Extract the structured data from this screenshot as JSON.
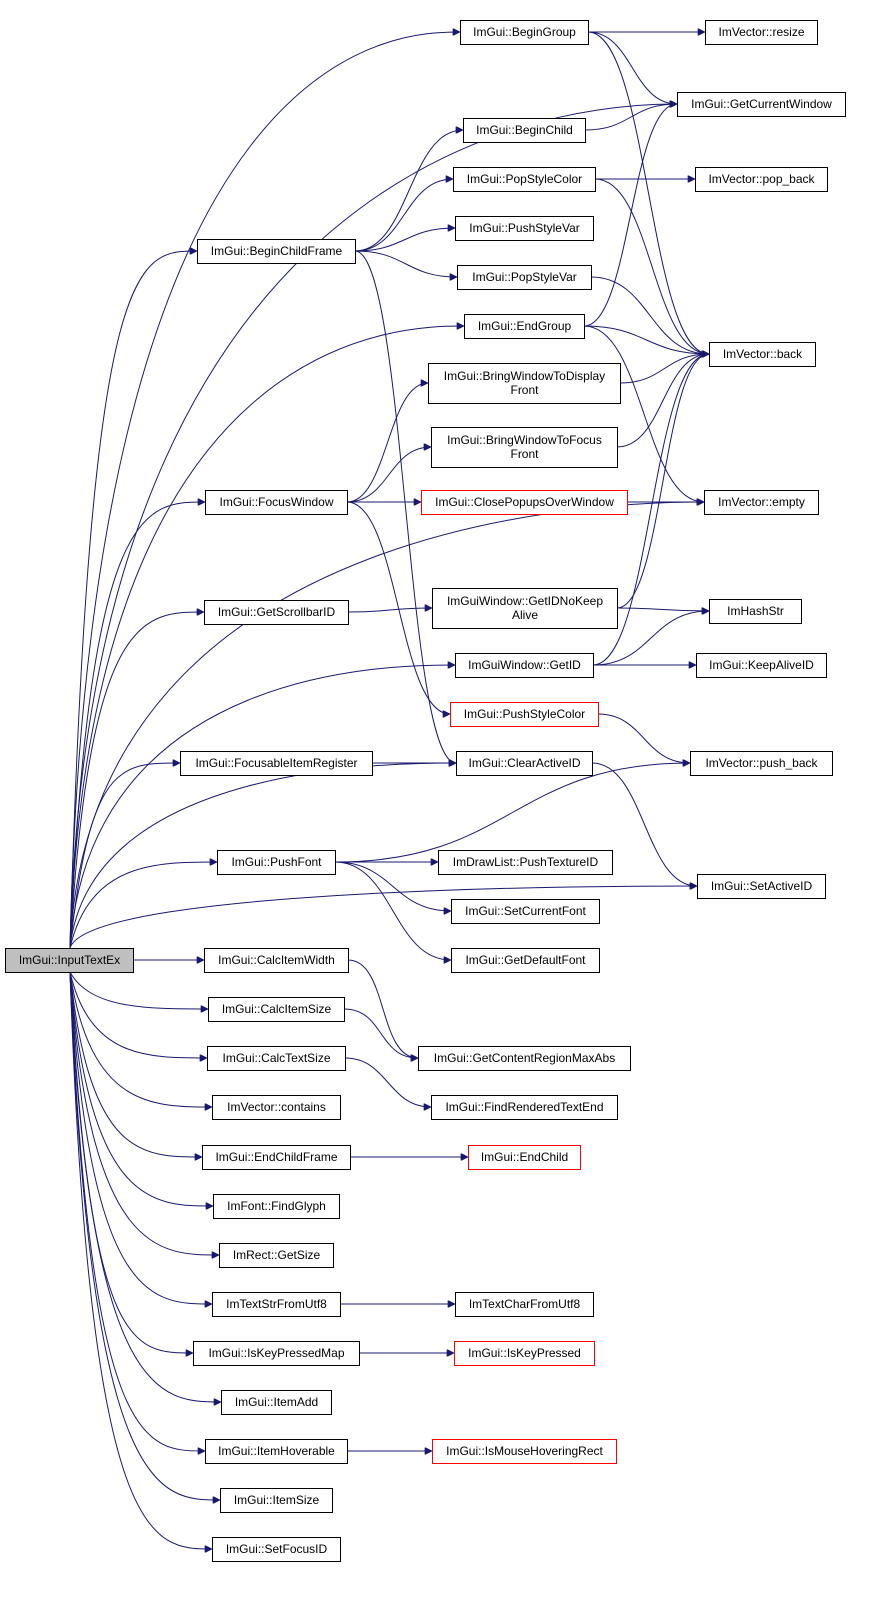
{
  "graph": {
    "colors": {
      "edge": "#191970",
      "node_border": "#000000",
      "node_border_undocumented": "#ff0000",
      "root_fill": "#bfbfbf",
      "node_fill": "#ffffff"
    },
    "nodes": [
      {
        "id": "InputTextEx",
        "lines": [
          "ImGui::InputTextEx"
        ],
        "kind": "root"
      },
      {
        "id": "BeginGroup",
        "lines": [
          "ImGui::BeginGroup"
        ],
        "kind": "normal"
      },
      {
        "id": "ImVectorResize",
        "lines": [
          "ImVector::resize"
        ],
        "kind": "normal"
      },
      {
        "id": "GetCurrentWindow",
        "lines": [
          "ImGui::GetCurrentWindow"
        ],
        "kind": "normal"
      },
      {
        "id": "BeginChild",
        "lines": [
          "ImGui::BeginChild"
        ],
        "kind": "normal"
      },
      {
        "id": "PopStyleColor",
        "lines": [
          "ImGui::PopStyleColor"
        ],
        "kind": "normal"
      },
      {
        "id": "ImVectorPopBack",
        "lines": [
          "ImVector::pop_back"
        ],
        "kind": "normal"
      },
      {
        "id": "PushStyleVar",
        "lines": [
          "ImGui::PushStyleVar"
        ],
        "kind": "normal"
      },
      {
        "id": "BeginChildFrame",
        "lines": [
          "ImGui::BeginChildFrame"
        ],
        "kind": "normal"
      },
      {
        "id": "PopStyleVar",
        "lines": [
          "ImGui::PopStyleVar"
        ],
        "kind": "normal"
      },
      {
        "id": "EndGroup",
        "lines": [
          "ImGui::EndGroup"
        ],
        "kind": "normal"
      },
      {
        "id": "ImVectorBack",
        "lines": [
          "ImVector::back"
        ],
        "kind": "normal"
      },
      {
        "id": "BringWindowToDisplayFront",
        "lines": [
          "ImGui::BringWindowToDisplay",
          "Front"
        ],
        "kind": "normal"
      },
      {
        "id": "BringWindowToFocusFront",
        "lines": [
          "ImGui::BringWindowToFocus",
          "Front"
        ],
        "kind": "normal"
      },
      {
        "id": "FocusWindow",
        "lines": [
          "ImGui::FocusWindow"
        ],
        "kind": "normal"
      },
      {
        "id": "ClosePopupsOverWindow",
        "lines": [
          "ImGui::ClosePopupsOverWindow"
        ],
        "kind": "undocumented"
      },
      {
        "id": "ImVectorEmpty",
        "lines": [
          "ImVector::empty"
        ],
        "kind": "normal"
      },
      {
        "id": "GetScrollbarID",
        "lines": [
          "ImGui::GetScrollbarID"
        ],
        "kind": "normal"
      },
      {
        "id": "GetIDNoKeepAlive",
        "lines": [
          "ImGuiWindow::GetIDNoKeep",
          "Alive"
        ],
        "kind": "normal"
      },
      {
        "id": "ImHashStr",
        "lines": [
          "ImHashStr"
        ],
        "kind": "normal"
      },
      {
        "id": "GetID",
        "lines": [
          "ImGuiWindow::GetID"
        ],
        "kind": "normal"
      },
      {
        "id": "KeepAliveID",
        "lines": [
          "ImGui::KeepAliveID"
        ],
        "kind": "normal"
      },
      {
        "id": "PushStyleColor",
        "lines": [
          "ImGui::PushStyleColor"
        ],
        "kind": "undocumented"
      },
      {
        "id": "FocusableItemRegister",
        "lines": [
          "ImGui::FocusableItemRegister"
        ],
        "kind": "normal"
      },
      {
        "id": "ClearActiveID",
        "lines": [
          "ImGui::ClearActiveID"
        ],
        "kind": "normal"
      },
      {
        "id": "ImVectorPushBack",
        "lines": [
          "ImVector::push_back"
        ],
        "kind": "normal"
      },
      {
        "id": "PushFont",
        "lines": [
          "ImGui::PushFont"
        ],
        "kind": "normal"
      },
      {
        "id": "PushTextureID",
        "lines": [
          "ImDrawList::PushTextureID"
        ],
        "kind": "normal"
      },
      {
        "id": "SetActiveID",
        "lines": [
          "ImGui::SetActiveID"
        ],
        "kind": "normal"
      },
      {
        "id": "SetCurrentFont",
        "lines": [
          "ImGui::SetCurrentFont"
        ],
        "kind": "normal"
      },
      {
        "id": "GetDefaultFont",
        "lines": [
          "ImGui::GetDefaultFont"
        ],
        "kind": "normal"
      },
      {
        "id": "CalcItemWidth",
        "lines": [
          "ImGui::CalcItemWidth"
        ],
        "kind": "normal"
      },
      {
        "id": "CalcItemSize",
        "lines": [
          "ImGui::CalcItemSize"
        ],
        "kind": "normal"
      },
      {
        "id": "GetContentRegionMaxAbs",
        "lines": [
          "ImGui::GetContentRegionMaxAbs"
        ],
        "kind": "normal"
      },
      {
        "id": "CalcTextSize",
        "lines": [
          "ImGui::CalcTextSize"
        ],
        "kind": "normal"
      },
      {
        "id": "FindRenderedTextEnd",
        "lines": [
          "ImGui::FindRenderedTextEnd"
        ],
        "kind": "normal"
      },
      {
        "id": "ImVectorContains",
        "lines": [
          "ImVector::contains"
        ],
        "kind": "normal"
      },
      {
        "id": "EndChildFrame",
        "lines": [
          "ImGui::EndChildFrame"
        ],
        "kind": "normal"
      },
      {
        "id": "EndChild",
        "lines": [
          "ImGui::EndChild"
        ],
        "kind": "undocumented"
      },
      {
        "id": "FindGlyph",
        "lines": [
          "ImFont::FindGlyph"
        ],
        "kind": "normal"
      },
      {
        "id": "ImRectGetSize",
        "lines": [
          "ImRect::GetSize"
        ],
        "kind": "normal"
      },
      {
        "id": "ImTextStrFromUtf8",
        "lines": [
          "ImTextStrFromUtf8"
        ],
        "kind": "normal"
      },
      {
        "id": "ImTextCharFromUtf8",
        "lines": [
          "ImTextCharFromUtf8"
        ],
        "kind": "normal"
      },
      {
        "id": "IsKeyPressedMap",
        "lines": [
          "ImGui::IsKeyPressedMap"
        ],
        "kind": "normal"
      },
      {
        "id": "IsKeyPressed",
        "lines": [
          "ImGui::IsKeyPressed"
        ],
        "kind": "undocumented"
      },
      {
        "id": "ItemAdd",
        "lines": [
          "ImGui::ItemAdd"
        ],
        "kind": "normal"
      },
      {
        "id": "ItemHoverable",
        "lines": [
          "ImGui::ItemHoverable"
        ],
        "kind": "normal"
      },
      {
        "id": "IsMouseHoveringRect",
        "lines": [
          "ImGui::IsMouseHoveringRect"
        ],
        "kind": "undocumented"
      },
      {
        "id": "ItemSize",
        "lines": [
          "ImGui::ItemSize"
        ],
        "kind": "normal"
      },
      {
        "id": "SetFocusID",
        "lines": [
          "ImGui::SetFocusID"
        ],
        "kind": "normal"
      }
    ],
    "edges": [
      [
        "InputTextEx",
        "BeginGroup"
      ],
      [
        "InputTextEx",
        "GetCurrentWindow"
      ],
      [
        "InputTextEx",
        "BeginChildFrame"
      ],
      [
        "InputTextEx",
        "EndGroup"
      ],
      [
        "InputTextEx",
        "FocusWindow"
      ],
      [
        "InputTextEx",
        "ImVectorEmpty"
      ],
      [
        "InputTextEx",
        "GetScrollbarID"
      ],
      [
        "InputTextEx",
        "GetID"
      ],
      [
        "InputTextEx",
        "FocusableItemRegister"
      ],
      [
        "InputTextEx",
        "ClearActiveID"
      ],
      [
        "InputTextEx",
        "PushFont"
      ],
      [
        "InputTextEx",
        "SetActiveID"
      ],
      [
        "InputTextEx",
        "CalcItemWidth"
      ],
      [
        "InputTextEx",
        "CalcItemSize"
      ],
      [
        "InputTextEx",
        "CalcTextSize"
      ],
      [
        "InputTextEx",
        "ImVectorContains"
      ],
      [
        "InputTextEx",
        "EndChildFrame"
      ],
      [
        "InputTextEx",
        "FindGlyph"
      ],
      [
        "InputTextEx",
        "ImRectGetSize"
      ],
      [
        "InputTextEx",
        "ImTextStrFromUtf8"
      ],
      [
        "InputTextEx",
        "IsKeyPressedMap"
      ],
      [
        "InputTextEx",
        "ItemAdd"
      ],
      [
        "InputTextEx",
        "ItemHoverable"
      ],
      [
        "InputTextEx",
        "ItemSize"
      ],
      [
        "InputTextEx",
        "SetFocusID"
      ],
      [
        "BeginGroup",
        "ImVectorResize"
      ],
      [
        "BeginGroup",
        "GetCurrentWindow"
      ],
      [
        "BeginGroup",
        "ImVectorBack"
      ],
      [
        "BeginChild",
        "GetCurrentWindow"
      ],
      [
        "BeginChildFrame",
        "BeginChild"
      ],
      [
        "BeginChildFrame",
        "PopStyleColor"
      ],
      [
        "BeginChildFrame",
        "PushStyleVar"
      ],
      [
        "BeginChildFrame",
        "PopStyleVar"
      ],
      [
        "BeginChildFrame",
        "ClearActiveID"
      ],
      [
        "PopStyleColor",
        "ImVectorPopBack"
      ],
      [
        "PopStyleColor",
        "ImVectorBack"
      ],
      [
        "PopStyleVar",
        "ImVectorBack"
      ],
      [
        "EndGroup",
        "GetCurrentWindow"
      ],
      [
        "EndGroup",
        "ImVectorBack"
      ],
      [
        "EndGroup",
        "ImVectorEmpty"
      ],
      [
        "BringWindowToDisplayFront",
        "ImVectorBack"
      ],
      [
        "BringWindowToFocusFront",
        "ImVectorBack"
      ],
      [
        "FocusWindow",
        "BringWindowToDisplayFront"
      ],
      [
        "FocusWindow",
        "BringWindowToFocusFront"
      ],
      [
        "FocusWindow",
        "ClosePopupsOverWindow"
      ],
      [
        "FocusWindow",
        "PushStyleColor"
      ],
      [
        "ClosePopupsOverWindow",
        "ImVectorEmpty"
      ],
      [
        "GetScrollbarID",
        "GetIDNoKeepAlive"
      ],
      [
        "GetIDNoKeepAlive",
        "ImVectorBack"
      ],
      [
        "GetIDNoKeepAlive",
        "ImHashStr"
      ],
      [
        "GetID",
        "ImVectorBack"
      ],
      [
        "GetID",
        "ImHashStr"
      ],
      [
        "GetID",
        "KeepAliveID"
      ],
      [
        "PushStyleColor",
        "ImVectorPushBack"
      ],
      [
        "FocusableItemRegister",
        "ClearActiveID"
      ],
      [
        "ClearActiveID",
        "SetActiveID"
      ],
      [
        "PushFont",
        "ImVectorPushBack"
      ],
      [
        "PushFont",
        "PushTextureID"
      ],
      [
        "PushFont",
        "SetCurrentFont"
      ],
      [
        "PushFont",
        "GetDefaultFont"
      ],
      [
        "CalcItemWidth",
        "GetContentRegionMaxAbs"
      ],
      [
        "CalcItemSize",
        "GetContentRegionMaxAbs"
      ],
      [
        "CalcTextSize",
        "FindRenderedTextEnd"
      ],
      [
        "EndChildFrame",
        "EndChild"
      ],
      [
        "ImTextStrFromUtf8",
        "ImTextCharFromUtf8"
      ],
      [
        "IsKeyPressedMap",
        "IsKeyPressed"
      ],
      [
        "ItemHoverable",
        "IsMouseHoveringRect"
      ]
    ]
  }
}
